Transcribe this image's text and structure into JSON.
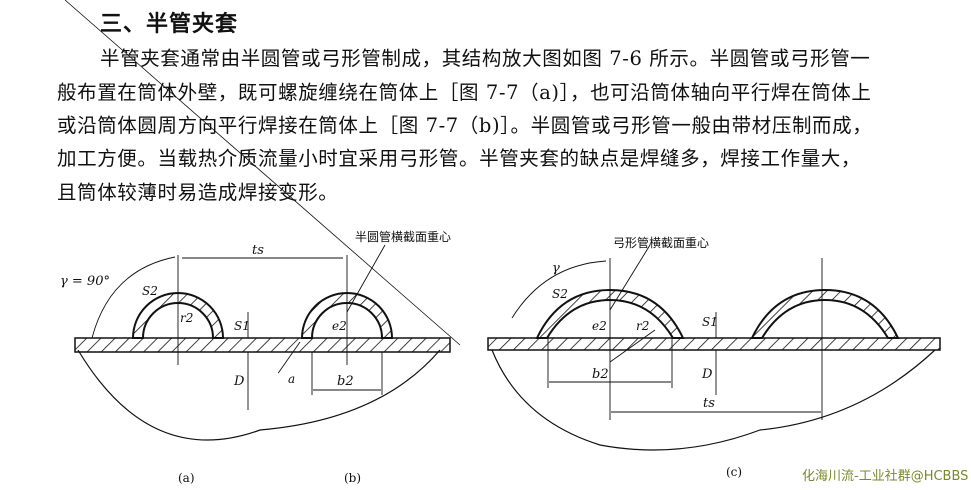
{
  "section_title": "三、半管夹套",
  "paragraph_lines": [
    "半管夹套通常由半圆管或弓形管制成，其结构放大图如图 7-6 所示。半圆管或弓形管一",
    "般布置在筒体外壁，既可螺旋缠绕在筒体上［图 7-7（a)］，也可沿筒体轴向平行焊在筒体上",
    "或沿筒体圆周方向平行焊接在筒体上［图 7-7（b)］。半圆管或弓形管一般由带材压制而成，",
    "加工方便。当载热介质流量小时宜采用弓形管。半管夹套的缺点是焊缝多，焊接工作量大，",
    "且筒体较薄时易造成焊接变形。"
  ],
  "figure": {
    "left": {
      "callout": "半圆管横截面重心",
      "gamma": "γ = 90°",
      "ts": "ts",
      "s2": "S2",
      "r2": "r2",
      "s1": "S1",
      "e2": "e2",
      "D": "D",
      "a": "a",
      "b2": "b2",
      "caption_a": "(a)",
      "caption_b": "(b)"
    },
    "right": {
      "callout": "弓形管横截面重心",
      "gamma": "γ",
      "s2": "S2",
      "e2": "e2",
      "r2": "r2",
      "s1": "S1",
      "D": "D",
      "b2": "b2",
      "ts": "ts",
      "caption_c": "(c)"
    }
  },
  "watermark": "化海川流-工业社群@HCBBS"
}
